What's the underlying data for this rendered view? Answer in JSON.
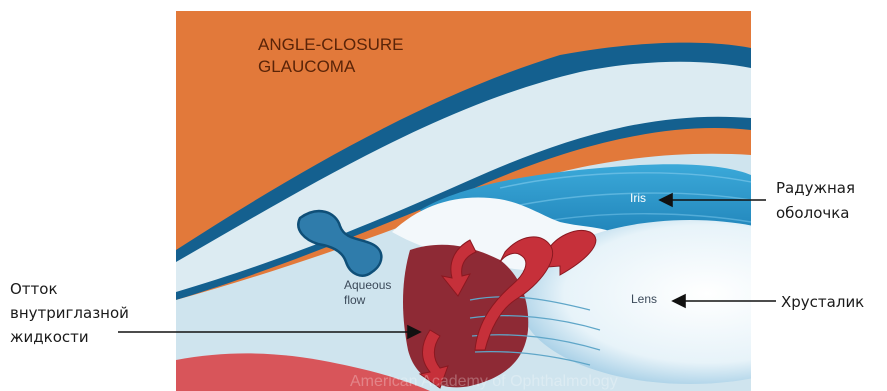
{
  "illustration": {
    "title_lines": [
      "ANGLE-CLOSURE",
      "GLAUCOMA"
    ],
    "iris_label": "Iris",
    "lens_label": "Lens",
    "aqueous_lines": [
      "Aqueous",
      "flow"
    ],
    "watermark": "American Academy of Ophthalmology"
  },
  "callouts": {
    "iris": [
      "Радужная",
      "оболочка"
    ],
    "lens": [
      "Хрусталик"
    ],
    "outflow": [
      "Отток",
      "внутриглазной",
      "жидкости"
    ]
  },
  "colors": {
    "sclera_orange": "#e2793a",
    "cornea_pale": "#dcebf2",
    "iris_blue": "#1e8cc4",
    "lens_pale": "#eef6fa",
    "red_flow": "#c6303a",
    "ciliary_maroon": "#8e2a35"
  }
}
